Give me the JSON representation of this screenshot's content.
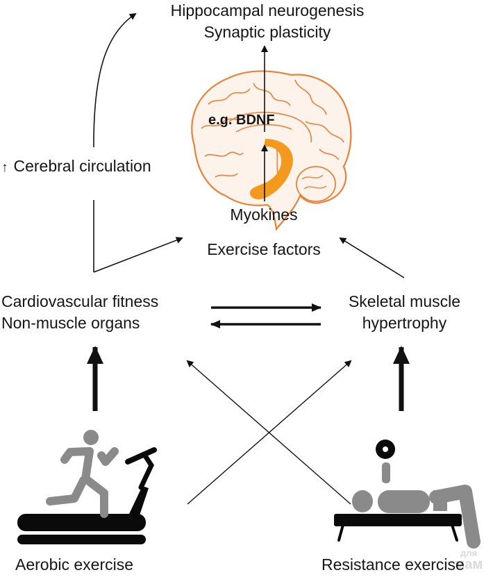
{
  "diagram": {
    "title_lines": [
      "Hippocampal neurogenesis",
      "Synaptic plasticity"
    ],
    "brain_label": "e.g. BDNF",
    "cerebral_circulation": {
      "arrow_glyph": "↑",
      "label": "Cerebral circulation"
    },
    "myokines": "Myokines",
    "exercise_factors": "Exercise factors",
    "cardio": [
      "Cardiovascular fitness",
      "Non-muscle organs"
    ],
    "skeletal": [
      "Skeletal muscle",
      "hypertrophy"
    ],
    "aerobic": "Aerobic exercise",
    "resistance": "Resistance exercise",
    "watermark": [
      "для",
      "мам"
    ],
    "colors": {
      "brain_outline": "#e8823a",
      "brain_fill": "#fdf3ea",
      "hippocampus": "#f39a1e",
      "figure_gray": "#8a8a8a",
      "equipment_black": "#0a0a0a",
      "arrow": "#111111"
    }
  }
}
